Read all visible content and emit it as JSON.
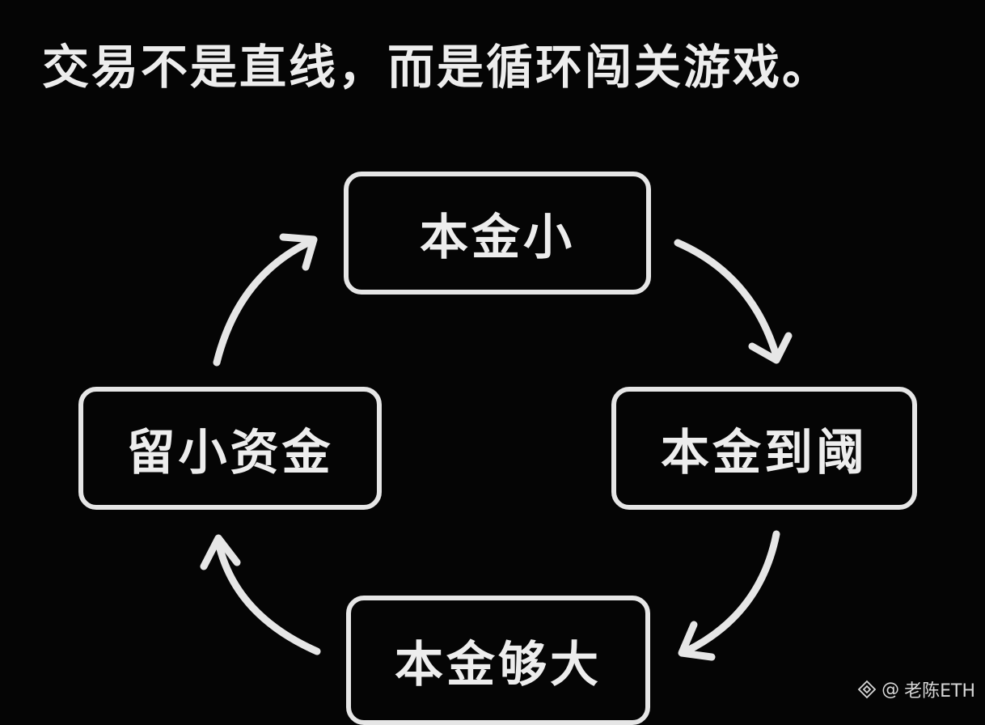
{
  "headline": "交易不是直线，而是循环闯关游戏。",
  "cycle": {
    "top": "本金小",
    "right": "本金到阈",
    "bottom": "本金够大",
    "left": "留小资金"
  },
  "watermark": {
    "icon": "binance-diamond-icon",
    "at": "@",
    "author": "老陈ETH"
  },
  "colors": {
    "background": "#050505",
    "foreground": "#e6e6e6"
  }
}
